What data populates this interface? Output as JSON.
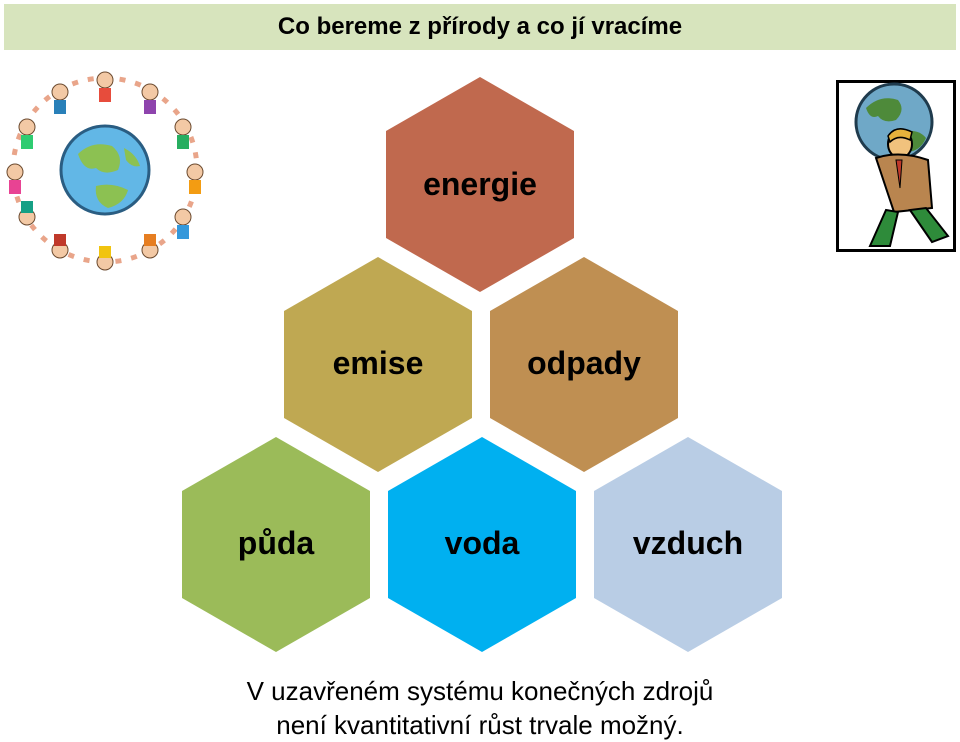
{
  "title": "Co bereme z přírody a co jí vracíme",
  "hexagons": [
    {
      "label": "energie",
      "color": "#c0694e",
      "text_color": "#000000"
    },
    {
      "label": "emise",
      "color": "#bfa852",
      "text_color": "#000000"
    },
    {
      "label": "odpady",
      "color": "#bf8f52",
      "text_color": "#000000"
    },
    {
      "label": "půda",
      "color": "#9bbb59",
      "text_color": "#000000"
    },
    {
      "label": "voda",
      "color": "#00b0f0",
      "text_color": "#000000"
    },
    {
      "label": "vzduch",
      "color": "#b9cde5",
      "text_color": "#000000"
    }
  ],
  "caption": {
    "line1": "V uzavřeném systému konečných zdrojů",
    "line2": "není kvantitativní růst trvale možný."
  },
  "illustrations": {
    "left": "children-around-globe",
    "right": "man-carrying-globe"
  }
}
